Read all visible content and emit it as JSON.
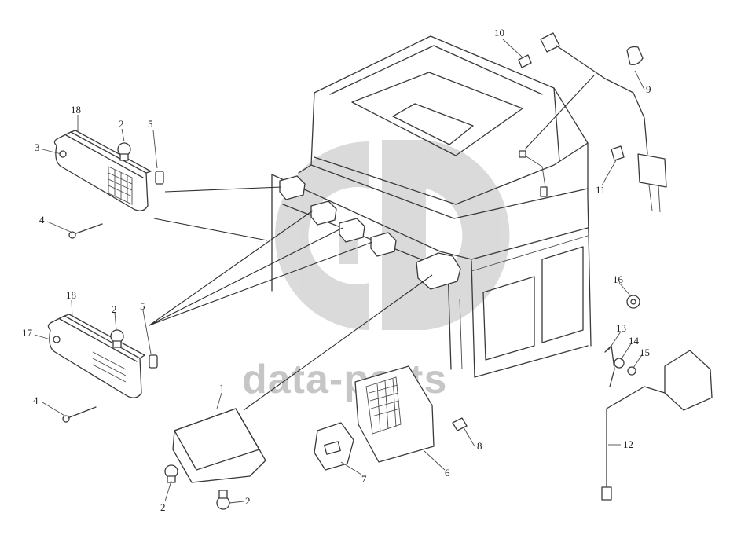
{
  "watermark": {
    "text": "data-parts",
    "color": "#b9b9b9"
  },
  "callouts": [
    {
      "id": "c1",
      "label": "1"
    },
    {
      "id": "c2a",
      "label": "2"
    },
    {
      "id": "c2b",
      "label": "2"
    },
    {
      "id": "c2c",
      "label": "2"
    },
    {
      "id": "c2d",
      "label": "2"
    },
    {
      "id": "c3",
      "label": "3"
    },
    {
      "id": "c4a",
      "label": "4"
    },
    {
      "id": "c4b",
      "label": "4"
    },
    {
      "id": "c5a",
      "label": "5"
    },
    {
      "id": "c5b",
      "label": "5"
    },
    {
      "id": "c6",
      "label": "6"
    },
    {
      "id": "c7",
      "label": "7"
    },
    {
      "id": "c8",
      "label": "8"
    },
    {
      "id": "c9",
      "label": "9"
    },
    {
      "id": "c10",
      "label": "10"
    },
    {
      "id": "c11",
      "label": "11"
    },
    {
      "id": "c12",
      "label": "12"
    },
    {
      "id": "c13",
      "label": "13"
    },
    {
      "id": "c14",
      "label": "14"
    },
    {
      "id": "c15",
      "label": "15"
    },
    {
      "id": "c16",
      "label": "16"
    },
    {
      "id": "c17",
      "label": "17"
    },
    {
      "id": "c18a",
      "label": "18"
    },
    {
      "id": "c18b",
      "label": "18"
    }
  ]
}
